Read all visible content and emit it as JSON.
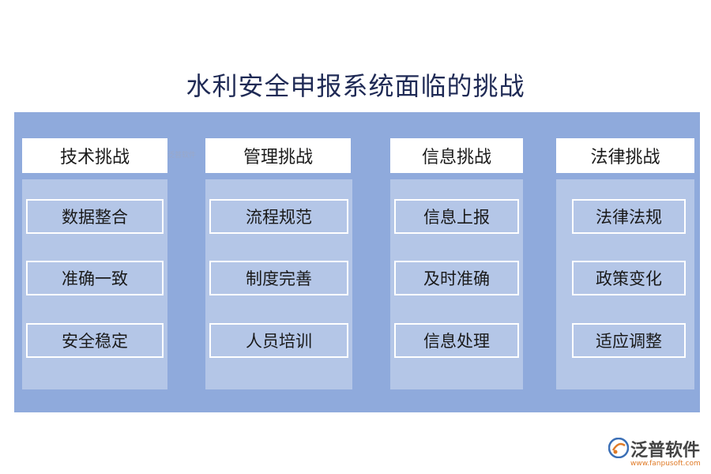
{
  "title": "水利安全申报系统面临的挑战",
  "columns": [
    {
      "header": "技术挑战",
      "items": [
        "数据整合",
        "准确一致",
        "安全稳定"
      ]
    },
    {
      "header": "管理挑战",
      "items": [
        "流程规范",
        "制度完善",
        "人员培训"
      ]
    },
    {
      "header": "信息挑战",
      "items": [
        "信息上报",
        "及时准确",
        "信息处理"
      ]
    },
    {
      "header": "法律挑战",
      "items": [
        "法律法规",
        "政策变化",
        "适应调整"
      ]
    }
  ],
  "watermark": "泛普软件",
  "logo": {
    "name": "泛普软件",
    "url": "www.fanpusoft.com"
  },
  "colors": {
    "panel": "#8faadc",
    "column_body": "#b4c6e7",
    "title": "#1f2a55",
    "logo_accent": "#e07b28"
  }
}
